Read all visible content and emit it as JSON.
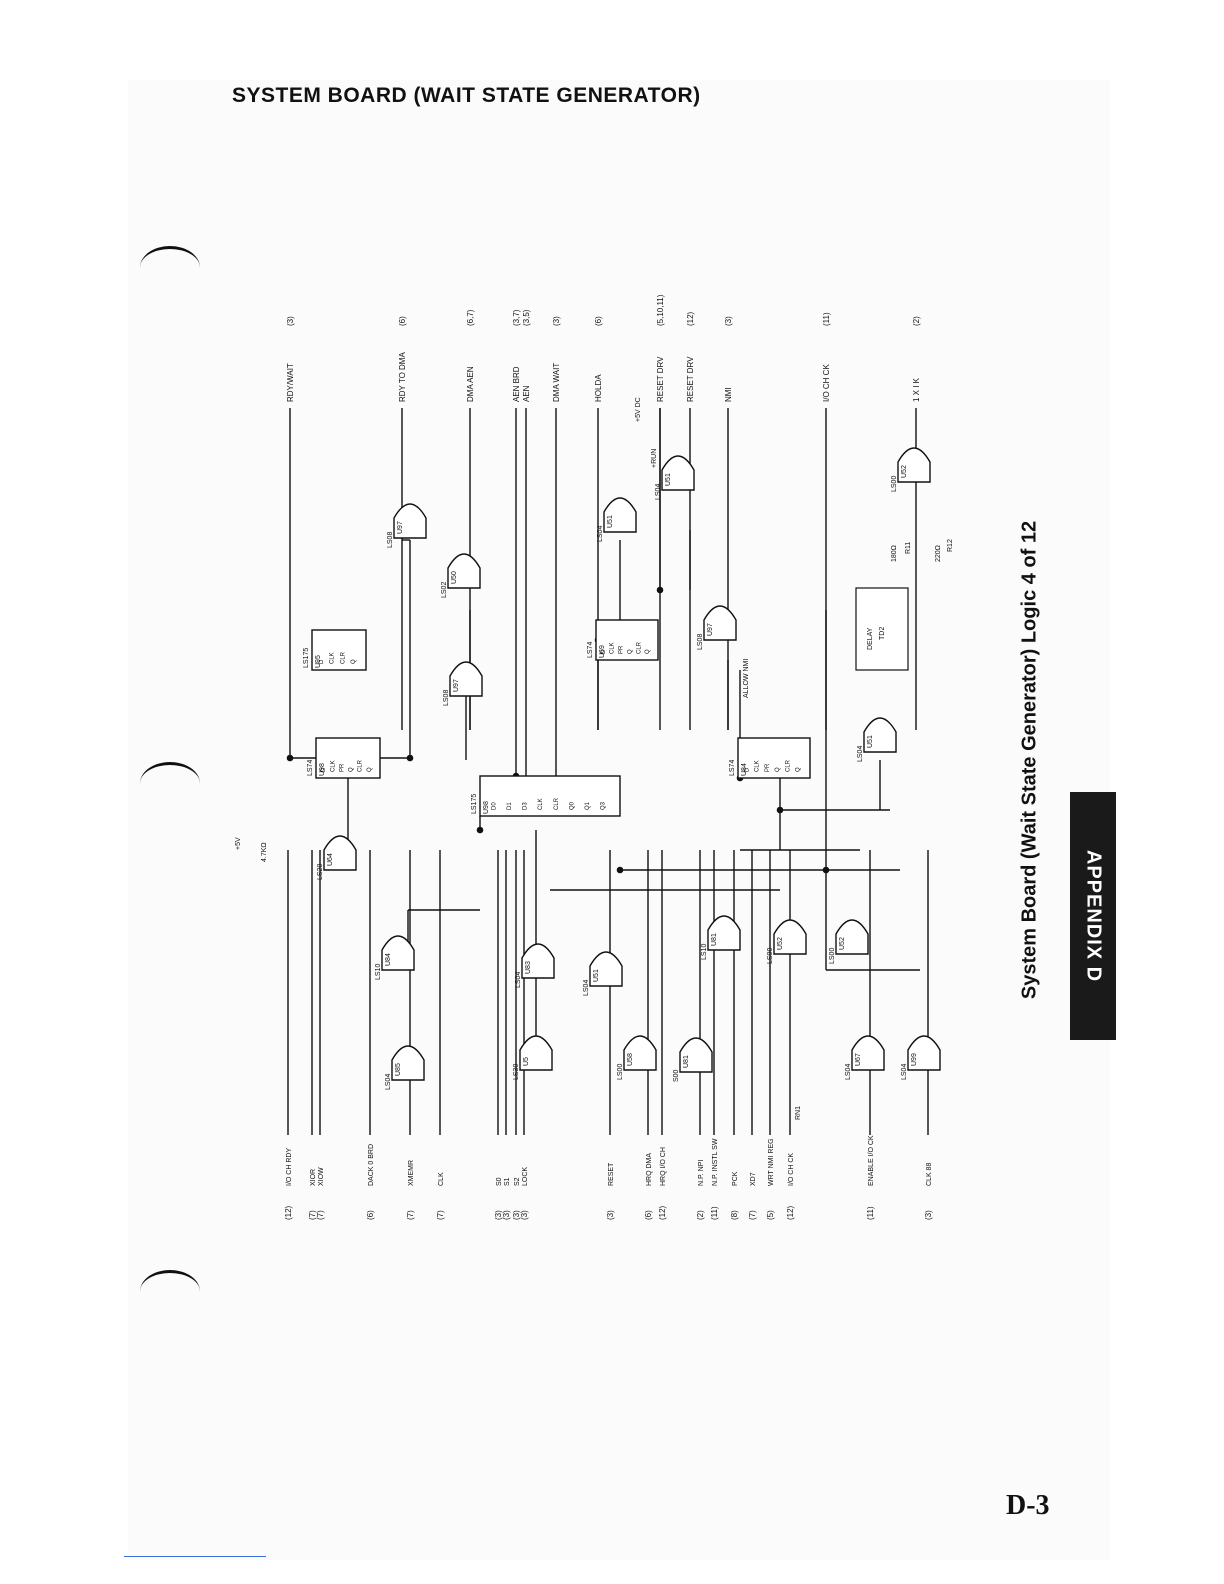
{
  "page": {
    "title": "SYSTEM BOARD (WAIT STATE GENERATOR)",
    "side_caption": "System Board (Wait State Generator) Logic 4 of 12",
    "tab_label": "APPENDIX D",
    "page_number": "D-3"
  },
  "schematic": {
    "left_signals": [
      {
        "ref": "(12)",
        "name": "I/O CH RDY"
      },
      {
        "ref": "(7)",
        "name": "XIOR"
      },
      {
        "ref": "(7)",
        "name": "XIOW"
      },
      {
        "ref": "(6)",
        "name": "DACK 0 BRD"
      },
      {
        "ref": "(7)",
        "name": "XMEMR"
      },
      {
        "ref": "(7)",
        "name": "CLK"
      },
      {
        "ref": "(3)",
        "name": "S0"
      },
      {
        "ref": "(3)",
        "name": "S1"
      },
      {
        "ref": "(3)",
        "name": "S2"
      },
      {
        "ref": "(3)",
        "name": "LOCK"
      },
      {
        "ref": "(3)",
        "name": "RESET"
      },
      {
        "ref": "(6)",
        "name": "HRQ DMA"
      },
      {
        "ref": "(12)",
        "name": "HRQ I/O CH"
      },
      {
        "ref": "(2)",
        "name": "N.P. NPI"
      },
      {
        "ref": "(11)",
        "name": "N.P. INSTL SW"
      },
      {
        "ref": "(8)",
        "name": "PCK"
      },
      {
        "ref": "(7)",
        "name": "XD7"
      },
      {
        "ref": "(5)",
        "name": "WRT NMI REG"
      },
      {
        "ref": "(12)",
        "name": "I/O CH CK"
      },
      {
        "ref": "(11)",
        "name": "ENABLE I/O CK"
      },
      {
        "ref": "(3)",
        "name": "CLK 88"
      }
    ],
    "right_signals": [
      {
        "name": "RDY/WAIT",
        "ref": "(3)"
      },
      {
        "name": "RDY TO DMA",
        "ref": "(6)"
      },
      {
        "name": "DMA AEN",
        "ref": "(6,7)"
      },
      {
        "name": "AEN BRD",
        "ref": "(3,7)"
      },
      {
        "name": "AEN",
        "ref": "(3,5)"
      },
      {
        "name": "DMA WAIT",
        "ref": "(3)"
      },
      {
        "name": "HOLDA",
        "ref": "(6)"
      },
      {
        "name": "RESET DRV",
        "ref": "(5,10,11)"
      },
      {
        "name": "RESET DRV",
        "ref": "(12)"
      },
      {
        "name": "NMI",
        "ref": "(3)"
      },
      {
        "name": "I/O CH CK",
        "ref": "(11)"
      },
      {
        "name": "1 X I K",
        "ref": "(2)"
      }
    ],
    "flipflops": [
      {
        "type": "LS74",
        "ref": "U98",
        "pins": [
          "D",
          "CLK",
          "PR",
          "Q",
          "CLR",
          "Q"
        ]
      },
      {
        "type": "LS175",
        "ref": "U98",
        "pins": [
          "D0",
          "D1",
          "D3",
          "CLK",
          "CLR",
          "Q0",
          "Q1",
          "Q3"
        ]
      },
      {
        "type": "LS74",
        "ref": "U69",
        "pins": [
          "D",
          "CLK",
          "PR",
          "Q",
          "CLR",
          "Q"
        ]
      },
      {
        "type": "LS74",
        "ref": "U84",
        "pins": [
          "D",
          "CLK",
          "PR",
          "Q",
          "CLR",
          "Q"
        ]
      },
      {
        "type": "LS175",
        "ref": "U95",
        "pins": [
          "D",
          "CLK",
          "CLR",
          "Q"
        ]
      }
    ],
    "gates": [
      {
        "type": "LS20",
        "ref": "U64"
      },
      {
        "type": "LS10",
        "ref": "U84"
      },
      {
        "type": "LS04",
        "ref": "U85"
      },
      {
        "type": "LS30",
        "ref": "U5"
      },
      {
        "type": "LS04",
        "ref": "U83"
      },
      {
        "type": "LS04",
        "ref": "U51"
      },
      {
        "type": "LS00",
        "ref": "U58"
      },
      {
        "type": "S00",
        "ref": "U81"
      },
      {
        "type": "LS10",
        "ref": "U81"
      },
      {
        "type": "LS00",
        "ref": "U52"
      },
      {
        "type": "LS00",
        "ref": "U52"
      },
      {
        "type": "LS04",
        "ref": "U67"
      },
      {
        "type": "LS04",
        "ref": "U99"
      },
      {
        "type": "LS08",
        "ref": "U97"
      },
      {
        "type": "LS02",
        "ref": "U50"
      },
      {
        "type": "LS08",
        "ref": "U97"
      },
      {
        "type": "LS04",
        "ref": "U51"
      },
      {
        "type": "LS04",
        "ref": "U51"
      },
      {
        "type": "LS08",
        "ref": "U97"
      },
      {
        "type": "LS04",
        "ref": "U51"
      },
      {
        "type": "LS00",
        "ref": "U52"
      }
    ],
    "misc_labels": [
      "+5V",
      "4.7KΩ",
      "RN1",
      "+5V DC",
      "+RUN",
      "ALLOW NMI",
      "DELAY",
      "TD2",
      "180Ω",
      "R11",
      "220Ω",
      "R12"
    ]
  }
}
